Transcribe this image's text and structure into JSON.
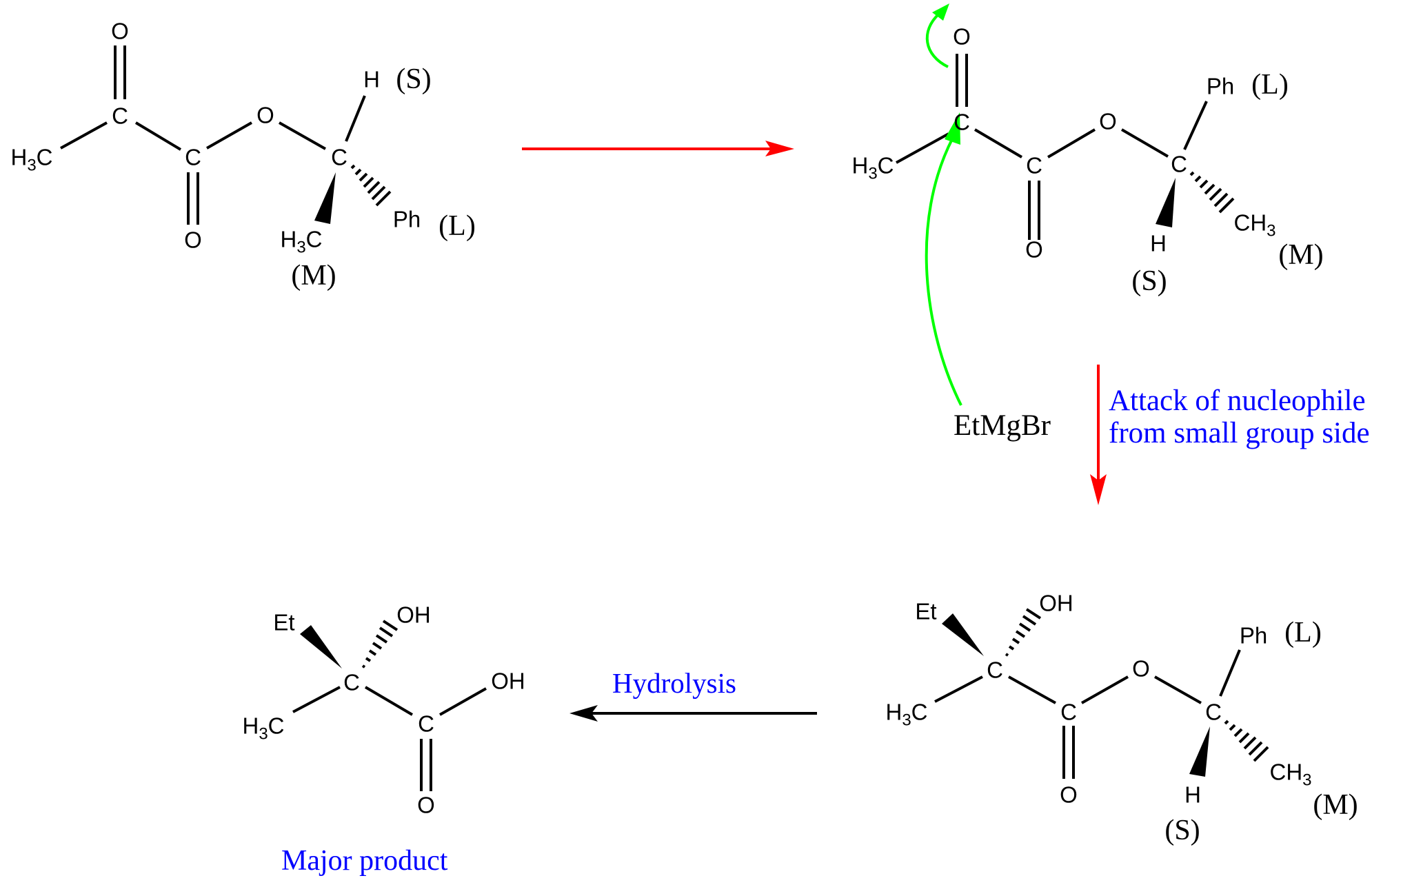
{
  "colors": {
    "bond": "#000000",
    "reaction_arrow": "#ff0000",
    "electron_arrow": "#00ff00",
    "annotation_text": "#0000ff",
    "hydrolysis_arrow": "#000000"
  },
  "reactant": {
    "o_top": "O",
    "c_keto": "C",
    "h3c": "H",
    "h3c_sub": "3",
    "h3c_c": "C",
    "c_ester": "C",
    "o_bottom": "O",
    "o_ester": "O",
    "c_stereo": "C",
    "h": "H",
    "h_size": "(S)",
    "ph": "Ph",
    "ph_size": "(L)",
    "me_h": "H",
    "me_sub": "3",
    "me_c": "C",
    "me_size": "(M)"
  },
  "conformer": {
    "o_top": "O",
    "c_keto": "C",
    "h3c": "H",
    "h3c_sub": "3",
    "h3c_c": "C",
    "c_ester": "C",
    "o_bottom": "O",
    "o_ester": "O",
    "c_stereo": "C",
    "ph": "Ph",
    "ph_size": "(L)",
    "h": "H",
    "h_size": "(S)",
    "ch3_c": "CH",
    "ch3_sub": "3",
    "ch3_size": "(M)"
  },
  "reagent": {
    "label": "EtMgBr"
  },
  "step2_note": {
    "line1": "Attack of nucleophile",
    "line2": "from small group side"
  },
  "intermediate": {
    "et": "Et",
    "oh": "OH",
    "c_quat": "C",
    "h3c": "H",
    "h3c_sub": "3",
    "h3c_c": "C",
    "c_ester": "C",
    "o_bottom": "O",
    "o_ester": "O",
    "c_stereo": "C",
    "ph": "Ph",
    "ph_size": "(L)",
    "h": "H",
    "h_size": "(S)",
    "ch3_c": "CH",
    "ch3_sub": "3",
    "ch3_size": "(M)"
  },
  "step3_note": {
    "label": "Hydrolysis"
  },
  "product": {
    "et": "Et",
    "oh_top": "OH",
    "c_quat": "C",
    "h3c": "H",
    "h3c_sub": "3",
    "h3c_c": "C",
    "c_acid": "C",
    "oh_right": "OH",
    "o_bottom": "O",
    "caption": "Major product"
  }
}
